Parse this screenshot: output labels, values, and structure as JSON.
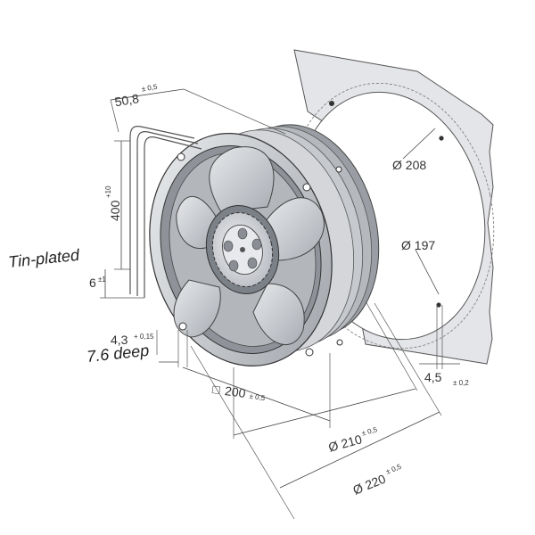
{
  "labels": {
    "tin_plated": "Tin-plated",
    "deep": "7.6 deep",
    "depth": {
      "value": "50,8",
      "tol": "± 0,5"
    },
    "lead_length": {
      "value": "400",
      "tol": "+10"
    },
    "strip": {
      "value": "6",
      "tol": "±1"
    },
    "hole": {
      "value": "4,3",
      "tol": "+ 0,15"
    },
    "square": {
      "sym": "□",
      "value": "200",
      "tol": "± 0,5"
    },
    "d208": "Ø 208",
    "d197": "Ø 197",
    "d210": {
      "value": "Ø 210",
      "tol": "± 0,5"
    },
    "d220": {
      "value": "Ø 220",
      "tol": "± 0,5"
    },
    "slot": {
      "value": "4,5",
      "tol": "± 0,2"
    }
  },
  "colors": {
    "housing": "#d4d6da",
    "housing_dark": "#9a9ea4",
    "panel": "#e4e5e8",
    "blade": "#c2c5ca",
    "line": "#333333"
  }
}
